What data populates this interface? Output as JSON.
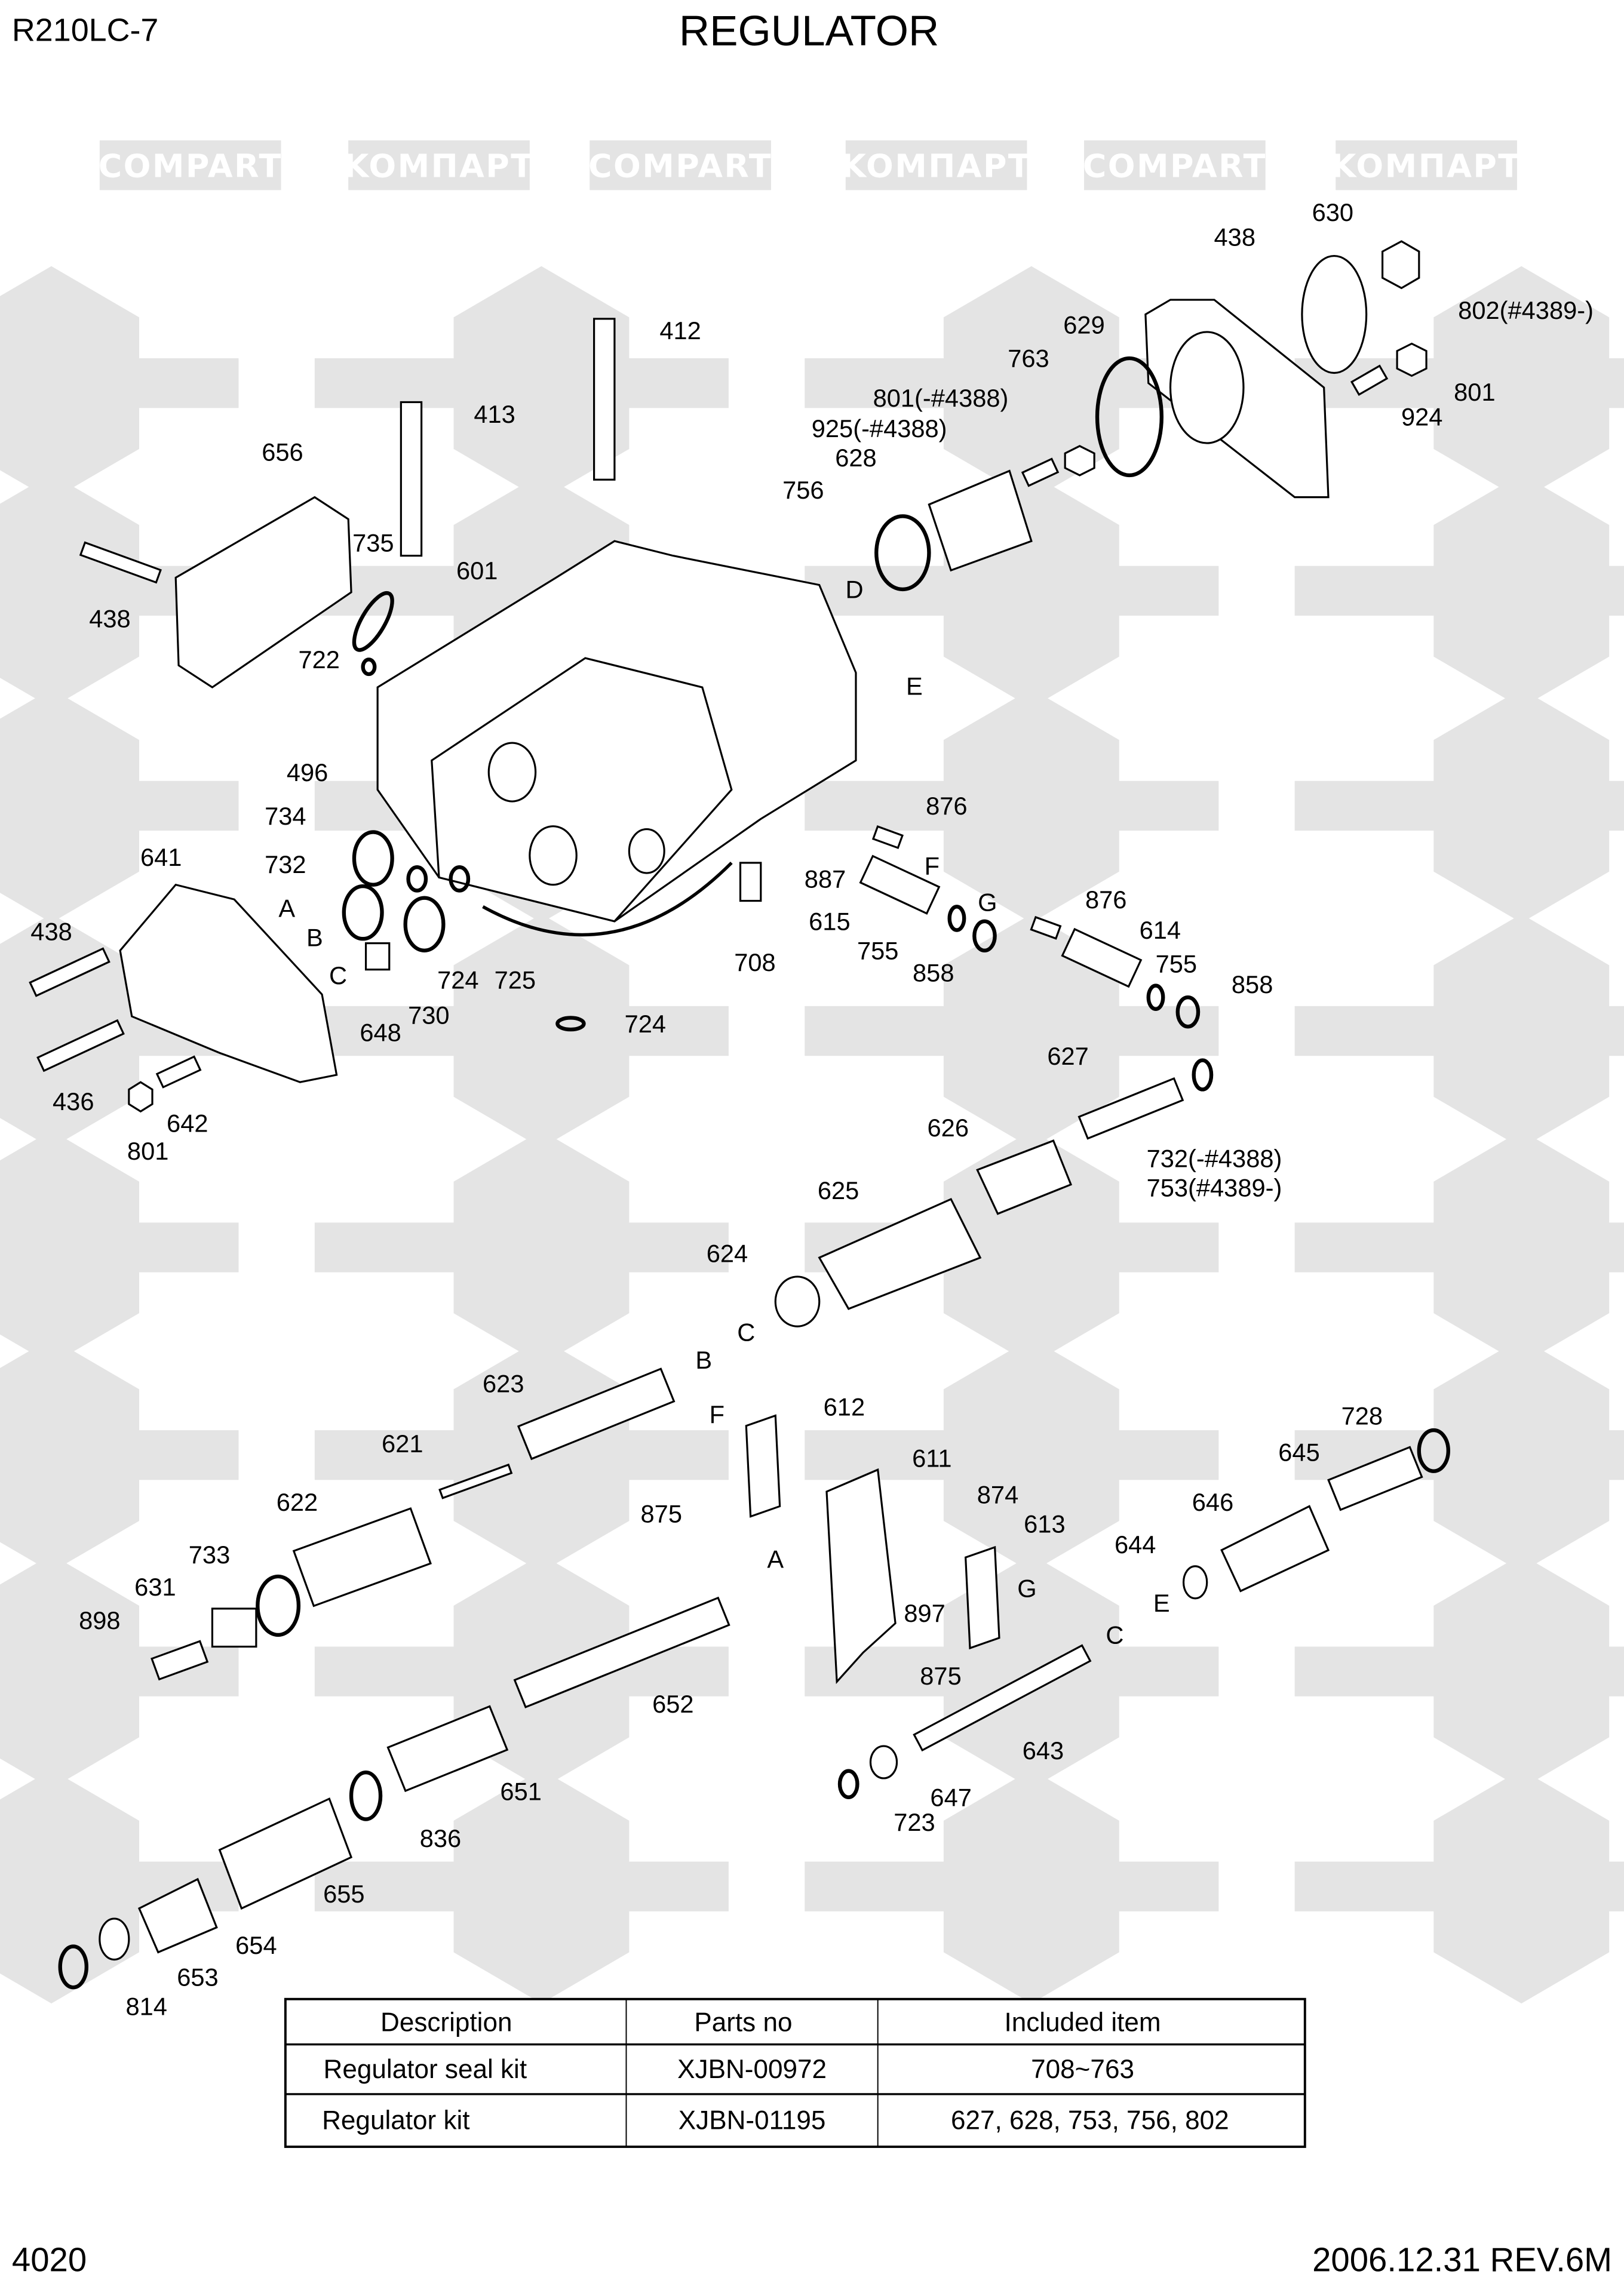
{
  "header": {
    "model": "R210LC-7",
    "title": "REGULATOR"
  },
  "footer": {
    "page": "4020",
    "revision": "2006.12.31  REV.6M"
  },
  "watermark": {
    "text_a": "KOMПАРТ",
    "text_b": "COMPART",
    "color": "#e4e4e4"
  },
  "part_labels": [
    "630",
    "438",
    "802(#4389-)",
    "629",
    "412",
    "763",
    "801(-#4388)",
    "801",
    "924",
    "413",
    "925(-#4388)",
    "628",
    "656",
    "756",
    "735",
    "601",
    "D",
    "438",
    "722",
    "E",
    "496",
    "876",
    "734",
    "F",
    "732",
    "887",
    "641",
    "A",
    "876",
    "G",
    "615",
    "614",
    "438",
    "B",
    "755",
    "858",
    "755",
    "708",
    "C",
    "724",
    "725",
    "858",
    "730",
    "648",
    "724",
    "627",
    "436",
    "642",
    "801",
    "626",
    "732(-#4388)",
    "753(#4389-)",
    "625",
    "624",
    "C",
    "B",
    "623",
    "F",
    "612",
    "728",
    "621",
    "611",
    "645",
    "622",
    "875",
    "874",
    "646",
    "613",
    "733",
    "644",
    "A",
    "G",
    "631",
    "E",
    "898",
    "897",
    "C",
    "875",
    "652",
    "643",
    "651",
    "647",
    "723",
    "836",
    "655",
    "654",
    "653",
    "814"
  ],
  "kit_table": {
    "headers": [
      "Description",
      "Parts no",
      "Included item"
    ],
    "rows": [
      [
        "Regulator seal kit",
        "XJBN-00972",
        "708~763"
      ],
      [
        "Regulator kit",
        "XJBN-01195",
        "627, 628, 753, 756, 802"
      ]
    ]
  }
}
